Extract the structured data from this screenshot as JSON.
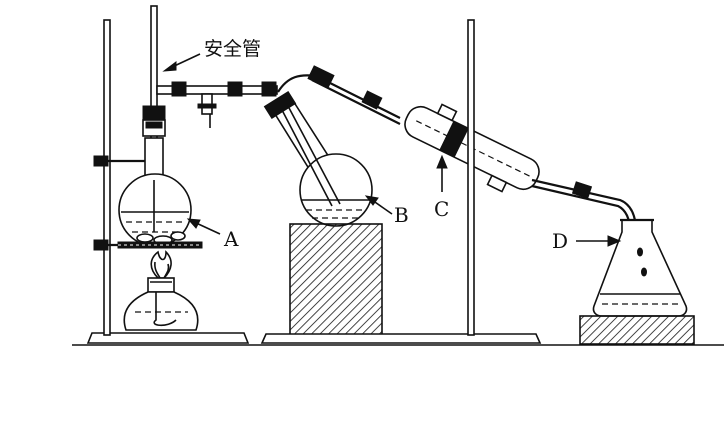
{
  "labels": {
    "safety_tube": "安全管",
    "a": "A",
    "b": "B",
    "c": "C",
    "d": "D"
  }
}
